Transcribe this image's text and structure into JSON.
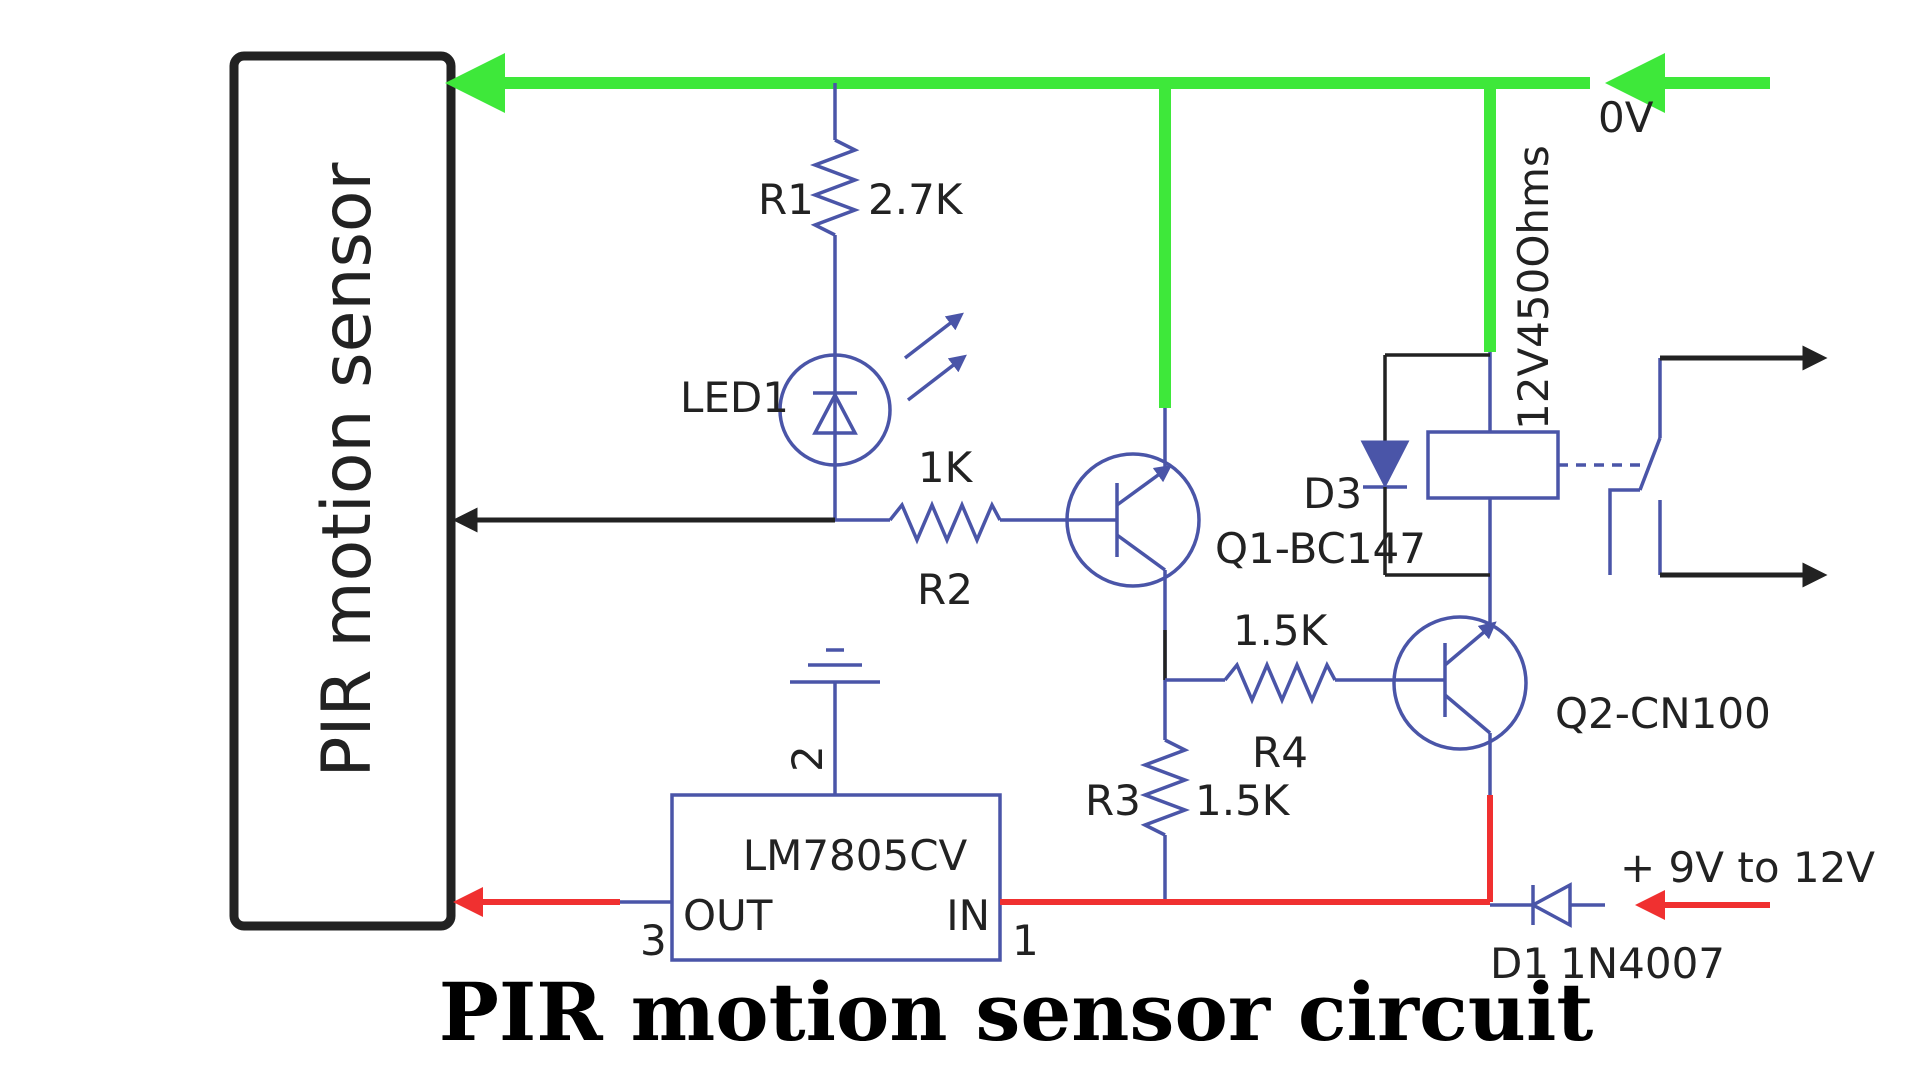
{
  "sensor": {
    "label": "PIR motion sensor"
  },
  "labels": {
    "r1_name": "R1",
    "r1_value": "2.7K",
    "led": "LED1",
    "r2_value": "1K",
    "r2_name": "R2",
    "q1": "Q1-BC147",
    "d3": "D3",
    "relay": "12V450Ohms",
    "ground": "0V",
    "r4_value": "1.5K",
    "r4_name": "R4",
    "r3_name": "R3",
    "r3_value": "1.5K",
    "q2": "Q2-CN100",
    "pin2": "2",
    "regulator": "LM7805CV",
    "out_pin": "OUT",
    "in_pin": "IN",
    "pin3": "3",
    "pin1": "1",
    "supply": "+ 9V to 12V",
    "d1_name": "D1",
    "d1_part": "1N4007"
  },
  "caption": "PIR motion sensor circuit",
  "colors": {
    "ground_rail": "#3ee83a",
    "positive_rail": "#f03030",
    "components": "#4a55a8",
    "wires": "#222222"
  }
}
